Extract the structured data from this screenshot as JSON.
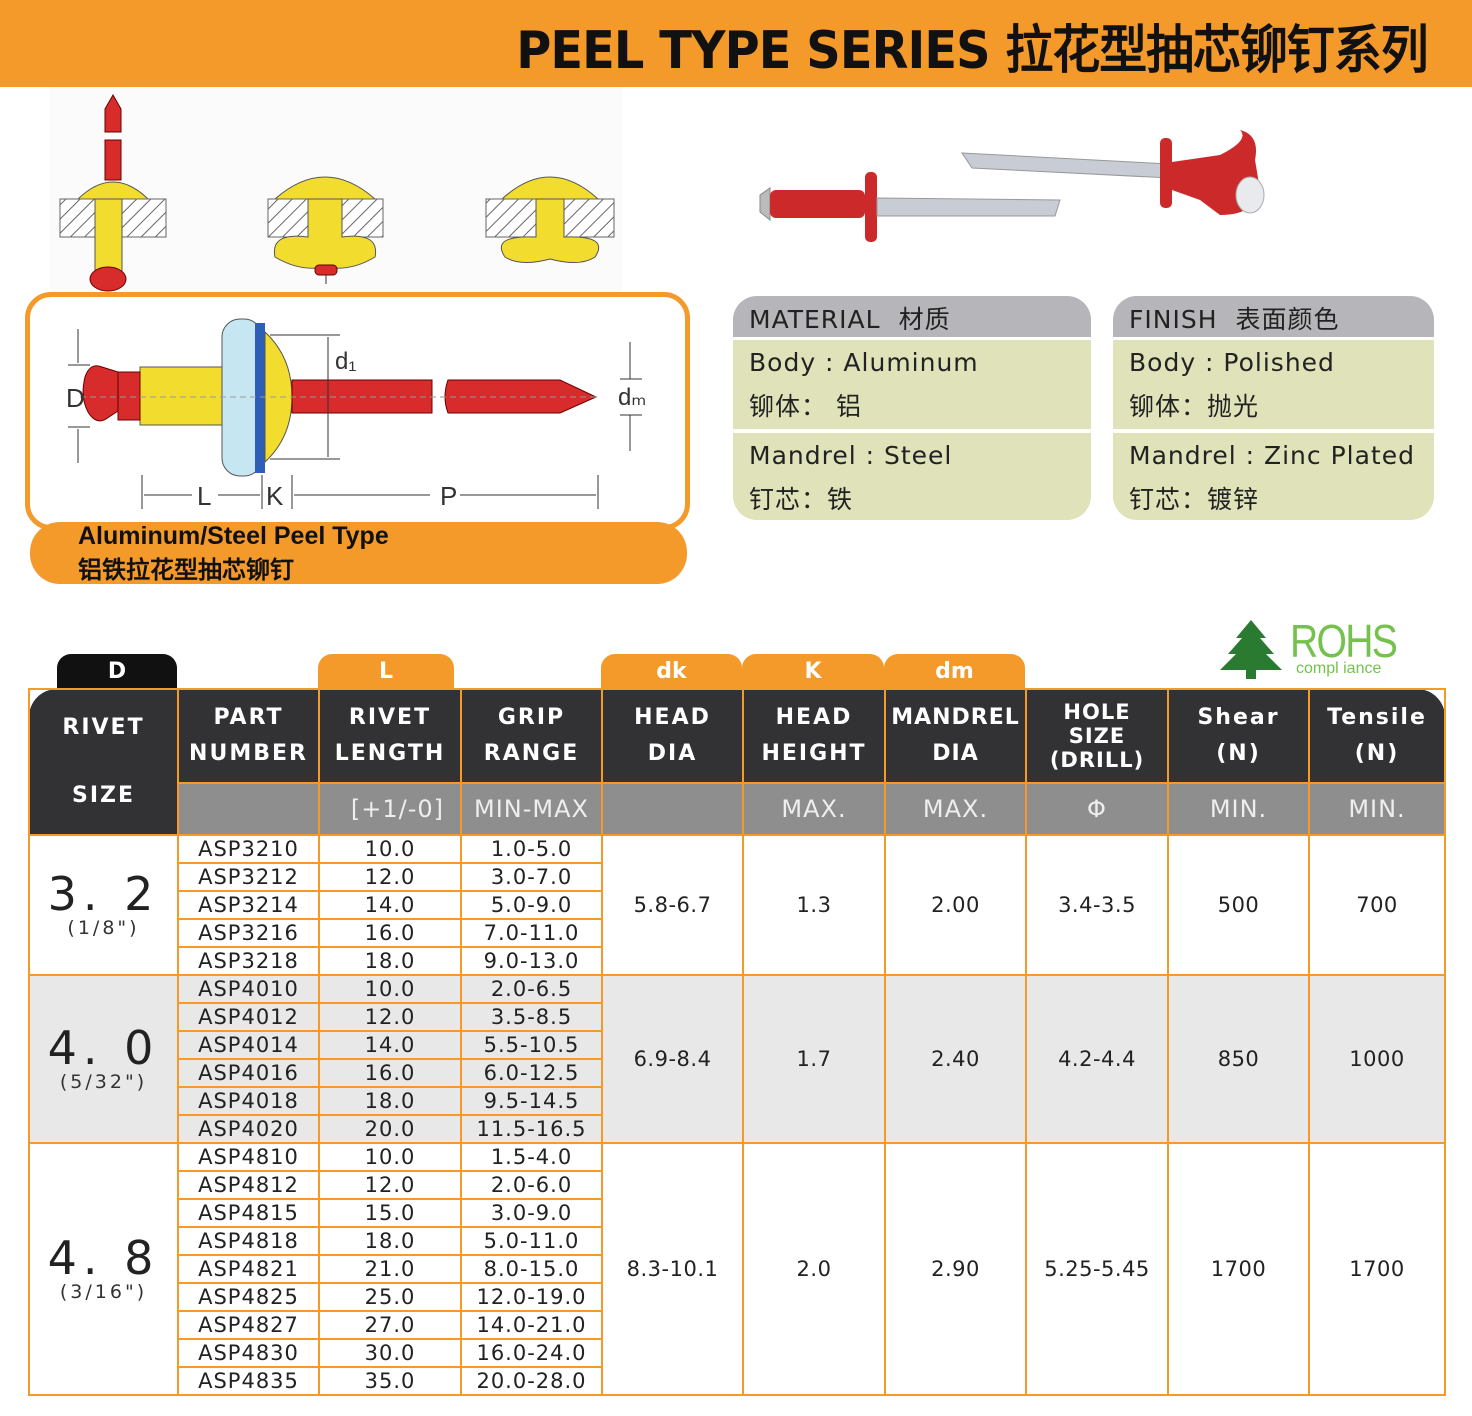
{
  "header": {
    "title": "PEEL TYPE SERIES 拉花型抽芯铆钉系列",
    "accent_color": "#f39a2a"
  },
  "diagram": {
    "labels": {
      "D": "D",
      "d1": "d1",
      "dm": "dm",
      "L": "L",
      "K": "K",
      "P": "P"
    },
    "caption_en": "Aluminum/Steel Peel Type",
    "caption_cn": "铝铁拉花型抽芯铆钉"
  },
  "material": {
    "heading_en": "MATERIAL",
    "heading_cn": "材质",
    "lines": [
      "Body : Aluminum",
      "铆体： 铝",
      "Mandrel : Steel",
      "钉芯：铁"
    ]
  },
  "finish": {
    "heading_en": "FINISH",
    "heading_cn": "表面颜色",
    "lines": [
      "Body : Polished",
      "铆体：抛光",
      "Mandrel : Zinc Plated",
      "钉芯：镀锌"
    ]
  },
  "rohs": {
    "word": "ROHS",
    "sub": "compl iance",
    "color": "#74c24d"
  },
  "table": {
    "tabs": {
      "D": "D",
      "L": "L",
      "dk": "dk",
      "K": "K",
      "dm": "dm"
    },
    "columns": [
      {
        "line1": "RIVET",
        "line2": "SIZE",
        "sub": ""
      },
      {
        "line1": "PART",
        "line2": "NUMBER",
        "sub": ""
      },
      {
        "line1": "RIVET",
        "line2": "LENGTH",
        "sub": "[+1/-0]"
      },
      {
        "line1": "GRIP",
        "line2": "RANGE",
        "sub": "MIN-MAX"
      },
      {
        "line1": "HEAD",
        "line2": "DIA",
        "sub": ""
      },
      {
        "line1": "HEAD",
        "line2": "HEIGHT",
        "sub": "MAX."
      },
      {
        "line1": "MANDREL",
        "line2": "DIA",
        "sub": "MAX."
      },
      {
        "line1": "HOLE",
        "line2": "SIZE",
        "line3": "(DRILL)",
        "sub": "Φ"
      },
      {
        "line1": "Shear",
        "line2": "(N)",
        "sub": "MIN."
      },
      {
        "line1": "Tensile",
        "line2": "(N)",
        "sub": "MIN."
      }
    ],
    "groups": [
      {
        "size": "3. 2",
        "fraction": "(1/8\")",
        "head_dia": "5.8-6.7",
        "head_height": "1.3",
        "mandrel_dia": "2.00",
        "hole_size": "3.4-3.5",
        "shear": "500",
        "tensile": "700",
        "rows": [
          {
            "part": "ASP3210",
            "length": "10.0",
            "grip": "1.0-5.0"
          },
          {
            "part": "ASP3212",
            "length": "12.0",
            "grip": "3.0-7.0"
          },
          {
            "part": "ASP3214",
            "length": "14.0",
            "grip": "5.0-9.0"
          },
          {
            "part": "ASP3216",
            "length": "16.0",
            "grip": "7.0-11.0"
          },
          {
            "part": "ASP3218",
            "length": "18.0",
            "grip": "9.0-13.0"
          }
        ]
      },
      {
        "size": "4. 0",
        "fraction": "(5/32\")",
        "head_dia": "6.9-8.4",
        "head_height": "1.7",
        "mandrel_dia": "2.40",
        "hole_size": "4.2-4.4",
        "shear": "850",
        "tensile": "1000",
        "rows": [
          {
            "part": "ASP4010",
            "length": "10.0",
            "grip": "2.0-6.5"
          },
          {
            "part": "ASP4012",
            "length": "12.0",
            "grip": "3.5-8.5"
          },
          {
            "part": "ASP4014",
            "length": "14.0",
            "grip": "5.5-10.5"
          },
          {
            "part": "ASP4016",
            "length": "16.0",
            "grip": "6.0-12.5"
          },
          {
            "part": "ASP4018",
            "length": "18.0",
            "grip": "9.5-14.5"
          },
          {
            "part": "ASP4020",
            "length": "20.0",
            "grip": "11.5-16.5"
          }
        ]
      },
      {
        "size": "4. 8",
        "fraction": "(3/16\")",
        "head_dia": "8.3-10.1",
        "head_height": "2.0",
        "mandrel_dia": "2.90",
        "hole_size": "5.25-5.45",
        "shear": "1700",
        "tensile": "1700",
        "rows": [
          {
            "part": "ASP4810",
            "length": "10.0",
            "grip": "1.5-4.0"
          },
          {
            "part": "ASP4812",
            "length": "12.0",
            "grip": "2.0-6.0"
          },
          {
            "part": "ASP4815",
            "length": "15.0",
            "grip": "3.0-9.0"
          },
          {
            "part": "ASP4818",
            "length": "18.0",
            "grip": "5.0-11.0"
          },
          {
            "part": "ASP4821",
            "length": "21.0",
            "grip": "8.0-15.0"
          },
          {
            "part": "ASP4825",
            "length": "25.0",
            "grip": "12.0-19.0"
          },
          {
            "part": "ASP4827",
            "length": "27.0",
            "grip": "14.0-21.0"
          },
          {
            "part": "ASP4830",
            "length": "30.0",
            "grip": "16.0-24.0"
          },
          {
            "part": "ASP4835",
            "length": "35.0",
            "grip": "20.0-28.0"
          }
        ]
      }
    ]
  }
}
